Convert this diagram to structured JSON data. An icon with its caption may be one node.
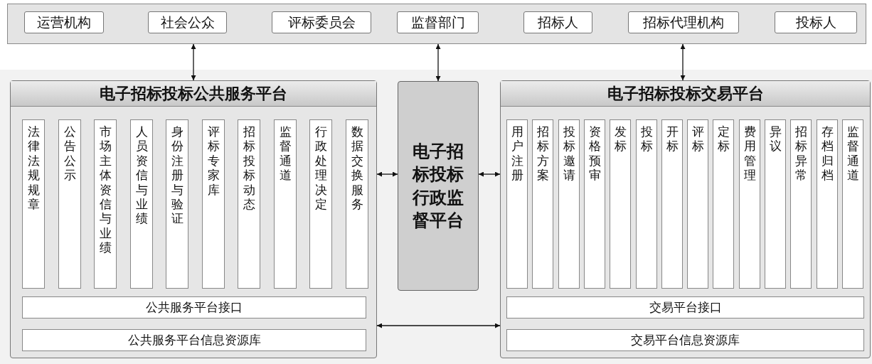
{
  "diagram": {
    "nodes": [
      {
        "text": [],
        "shape": "box"
      },
      {
        "text": [
          "运营机构"
        ],
        "in": 0
      },
      {
        "text": [
          "社会公众"
        ],
        "in": 0
      },
      {
        "text": [
          "评标委员会"
        ],
        "in": 0
      },
      {
        "text": [
          "监督部门"
        ],
        "in": 0
      },
      {
        "text": [
          "招标人"
        ],
        "in": 0
      },
      {
        "text": [
          "招标代理机构"
        ],
        "in": 0
      },
      {
        "text": [
          "投标人"
        ],
        "in": 0
      },
      {
        "text": [],
        "shape": "box"
      },
      {
        "text": [
          "电子招标投标公共服务平台"
        ],
        "in": 8
      },
      {
        "text": [
          "法律法规规章"
        ],
        "in": 9
      },
      {
        "text": [
          "公告公示"
        ],
        "in": 9
      },
      {
        "text": [
          "市场主体资信与业绩"
        ],
        "in": 9
      },
      {
        "text": [
          "人员资信与业绩"
        ],
        "in": 9
      },
      {
        "text": [
          "身份注册与验证"
        ],
        "in": 9
      },
      {
        "text": [
          "评标专家库"
        ],
        "in": 9
      },
      {
        "text": [
          "招标投标动态"
        ],
        "in": 9
      },
      {
        "text": [
          "监督通道"
        ],
        "in": 9
      },
      {
        "text": [
          "行政处理决定"
        ],
        "in": 9
      },
      {
        "text": [
          "数据交换服务"
        ],
        "in": 9
      },
      {
        "text": [
          "公共服务平台接口"
        ],
        "in": 9
      },
      {
        "text": [
          "公共服务平台信息资源库"
        ],
        "in": 9
      },
      {
        "text": [
          "电子招标投标行政监督平台"
        ],
        "in": 8
      },
      {
        "text": [
          "电子招标投标交易平台"
        ],
        "in": 8
      },
      {
        "text": [
          "用户注册"
        ],
        "in": 23
      },
      {
        "text": [
          "招标方案"
        ],
        "in": 23
      },
      {
        "text": [
          "投标邀请"
        ],
        "in": 23
      },
      {
        "text": [
          "资格预审"
        ],
        "in": 23
      },
      {
        "text": [
          "发标"
        ],
        "in": 23
      },
      {
        "text": [
          "投标"
        ],
        "in": 23
      },
      {
        "text": [
          "开标"
        ],
        "in": 23
      },
      {
        "text": [
          "评标"
        ],
        "in": 23
      },
      {
        "text": [
          "定标"
        ],
        "in": 23
      },
      {
        "text": [
          "费用管理"
        ],
        "in": 23
      },
      {
        "text": [
          "异议"
        ],
        "in": 23
      },
      {
        "text": [
          "招标异常"
        ],
        "in": 23
      },
      {
        "text": [
          "存档归档"
        ],
        "in": 23
      },
      {
        "text": [
          "监督通道"
        ],
        "in": 23
      },
      {
        "text": [
          "交易平台接口"
        ],
        "in": 23
      },
      {
        "text": [
          "交易平台信息资源库"
        ],
        "in": 23
      }
    ],
    "edges": [
      {
        "from": 0,
        "to": 9,
        "arrow": "both"
      },
      {
        "from": 0,
        "to": 22,
        "arrow": "both"
      },
      {
        "from": 0,
        "to": 23,
        "arrow": "both"
      },
      {
        "from": 9,
        "to": 22,
        "arrow": "both"
      },
      {
        "from": 22,
        "to": 23,
        "arrow": "both"
      },
      {
        "from": 9,
        "to": 23,
        "arrow": "both"
      }
    ]
  }
}
